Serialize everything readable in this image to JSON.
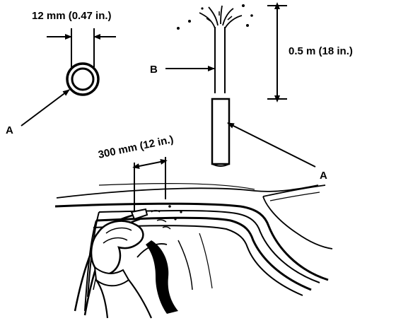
{
  "diagram": {
    "callouts": {
      "a_upper_left": "A",
      "a_lower_right": "A",
      "b": "B"
    },
    "dimensions": {
      "hose_diameter": "12 mm (0.47 in.)",
      "water_height": "0.5 m (18 in.)",
      "spray_distance": "300 mm (12 in.)"
    }
  }
}
